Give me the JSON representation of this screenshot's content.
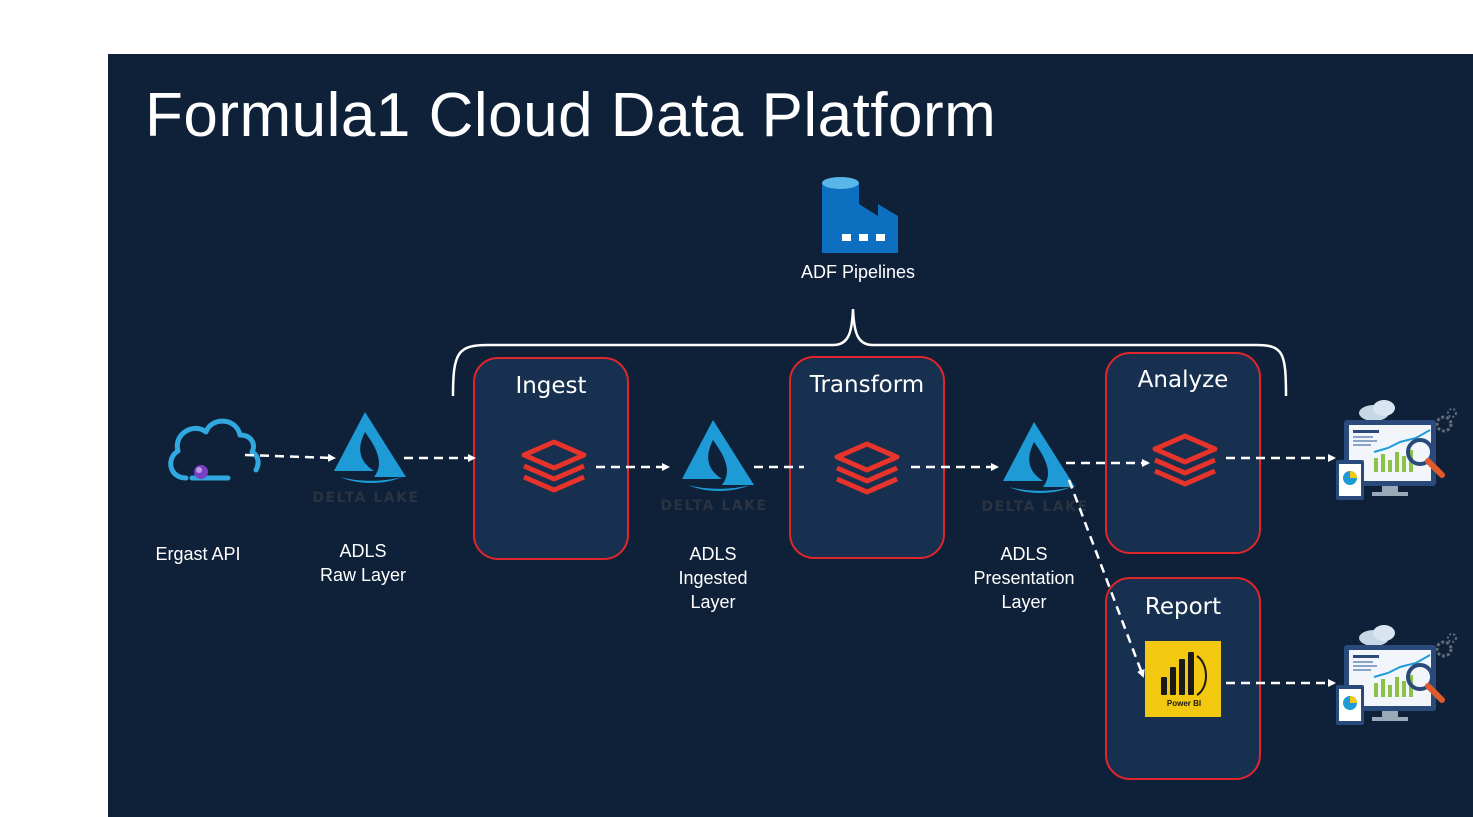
{
  "title": "Formula1 Cloud Data Platform",
  "orchestrator": {
    "label": "ADF Pipelines",
    "icon": "adf-factory-icon"
  },
  "source": {
    "label": "Ergast API",
    "icon": "api-cloud-icon"
  },
  "storage_layers": [
    {
      "line1": "ADLS",
      "line2": "Raw Layer",
      "line3": "",
      "icon": "delta-lake-icon",
      "logo_text": "DELTA LAKE"
    },
    {
      "line1": "ADLS",
      "line2": "Ingested",
      "line3": "Layer",
      "icon": "delta-lake-icon",
      "logo_text": "DELTA LAKE"
    },
    {
      "line1": "ADLS",
      "line2": "Presentation",
      "line3": "Layer",
      "icon": "delta-lake-icon",
      "logo_text": "DELTA LAKE"
    }
  ],
  "stages": [
    {
      "title": "Ingest",
      "icon": "databricks-icon"
    },
    {
      "title": "Transform",
      "icon": "databricks-icon"
    },
    {
      "title": "Analyze",
      "icon": "databricks-icon"
    },
    {
      "title": "Report",
      "icon": "power-bi-icon",
      "logo_text": "Power BI"
    }
  ],
  "outputs": [
    {
      "icon": "analytics-dashboard-icon"
    },
    {
      "icon": "analytics-dashboard-icon"
    }
  ],
  "colors": {
    "background": "#0f2039",
    "stage_fill": "#17304f",
    "stage_border": "#e0262b",
    "databricks": "#e8332b",
    "delta": "#1e9bd7",
    "adf": "#0d6fc0",
    "power_bi": "#f2c811"
  }
}
